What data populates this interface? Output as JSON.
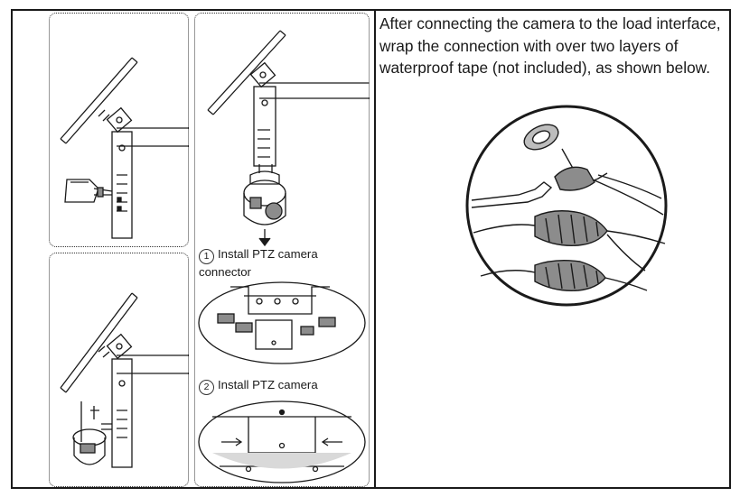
{
  "instruction": {
    "text": "After connecting the camera to the load interface, wrap the connection with over two layers of waterproof tape (not included), as shown below."
  },
  "steps": [
    {
      "number": "1",
      "label": "Install PTZ camera connector"
    },
    {
      "number": "2",
      "label": "Install PTZ camera"
    }
  ],
  "illustrations": [
    "bracket-with-camera-box-illustration",
    "bracket-with-ptz-camera-illustration",
    "bracket-with-hanging-ptz-camera-illustration",
    "ptz-connector-detail-illustration",
    "ptz-mount-detail-illustration",
    "waterproof-tape-wrapping-illustration"
  ],
  "colors": {
    "line": "#1a1a1a",
    "fill_gray": "#8c8c8c",
    "light_gray": "#d9d9d9"
  }
}
